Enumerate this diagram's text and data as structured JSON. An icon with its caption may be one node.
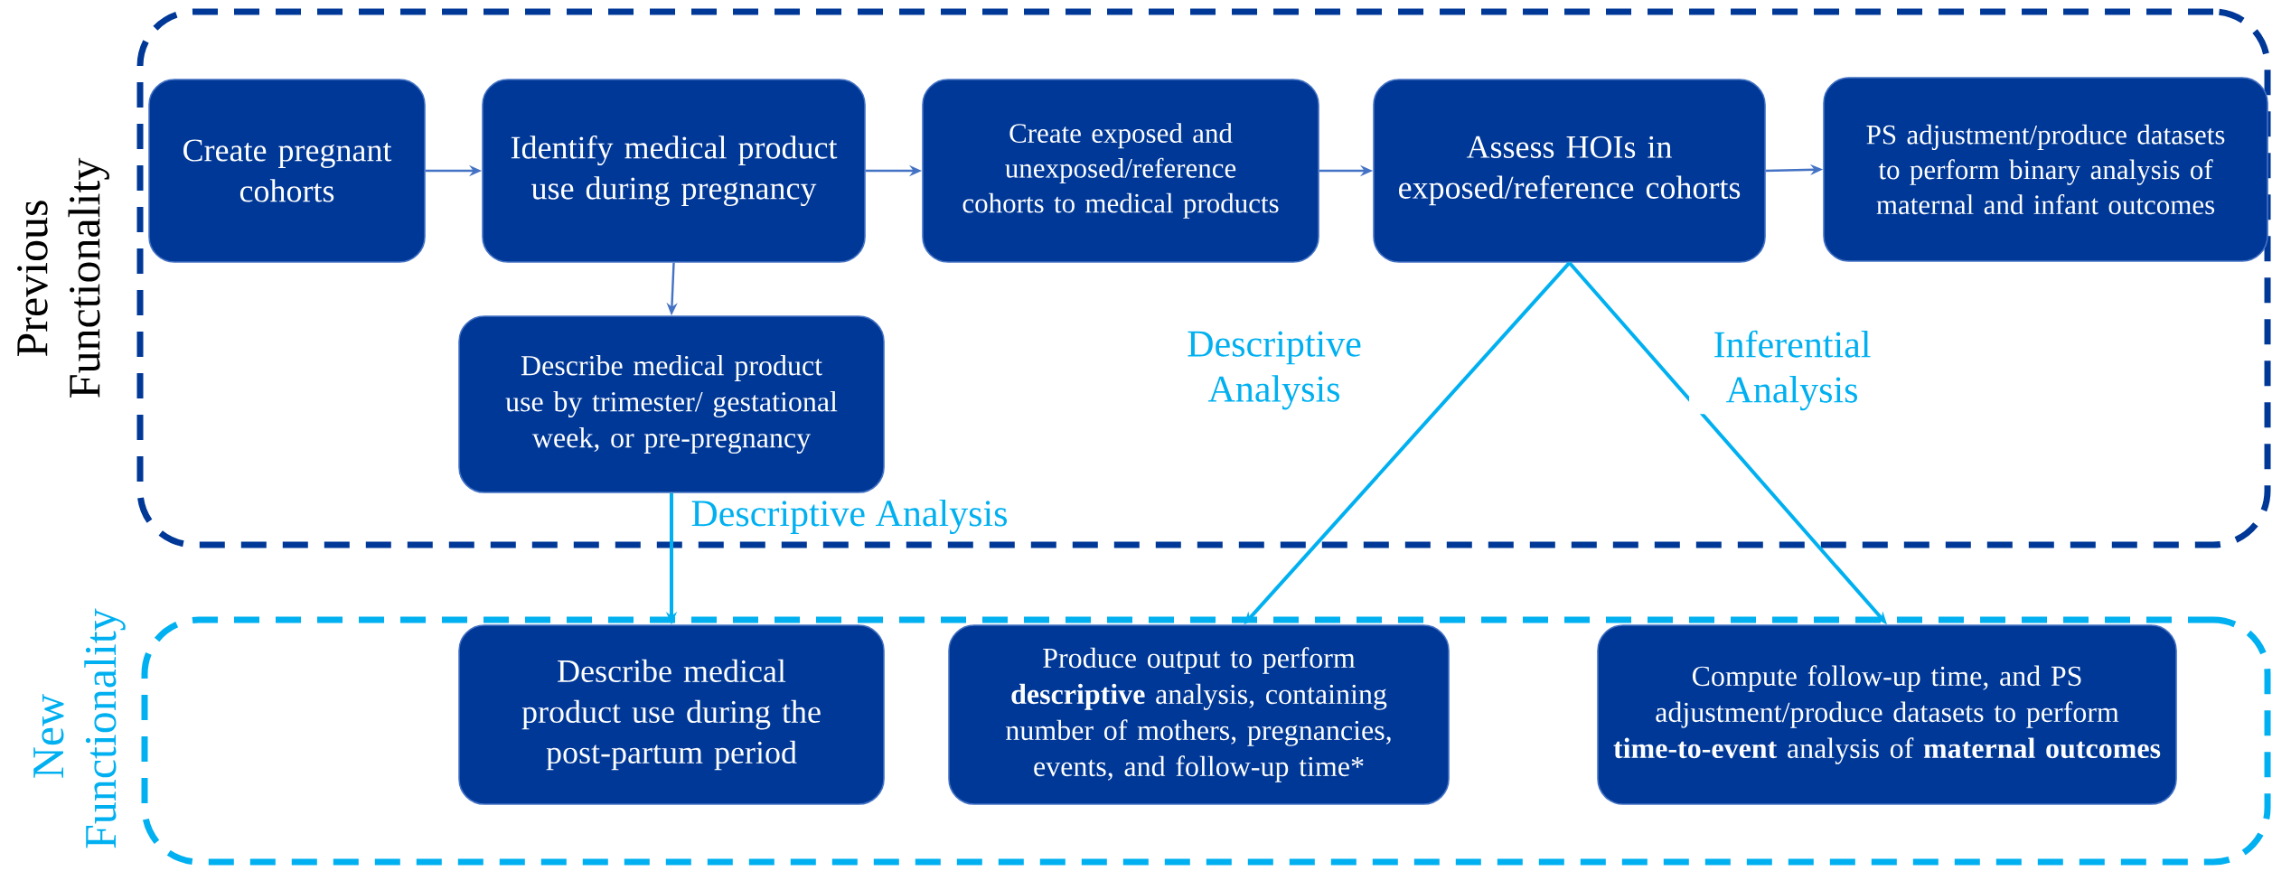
{
  "diagram": {
    "nodes": [
      {
        "text": [
          "Previous Functionality"
        ]
      },
      {
        "text": [
          "Create pregnant cohorts"
        ],
        "in": 0
      },
      {
        "text": [
          "Identify medical product use during pregnancy"
        ],
        "in": 0
      },
      {
        "text": [
          "Create exposed and unexposed/reference cohorts to medical products"
        ],
        "in": 0
      },
      {
        "text": [
          "Assess HOIs in exposed/reference cohorts"
        ],
        "in": 0
      },
      {
        "text": [
          "PS adjustment/produce datasets to perform binary analysis of maternal and infant outcomes"
        ],
        "in": 0
      },
      {
        "text": [
          "Describe medical product use by trimester/ gestational week, or pre-pregnancy"
        ],
        "in": 0
      },
      {
        "text": [
          "New Functionality"
        ]
      },
      {
        "text": [
          "Describe medical product use during the post-partum period"
        ],
        "in": 7
      },
      {
        "text": [
          "Produce output to perform **descriptive** analysis, containing number of mothers, pregnancies, events, and follow-up time*"
        ],
        "in": 7
      },
      {
        "text": [
          "Compute follow-up time, and PS adjustment/produce datasets to perform **time-to-event** analysis of **maternal outcomes**"
        ],
        "in": 7
      }
    ],
    "edges": [
      {
        "from": 1,
        "to": 2,
        "arrow": "to"
      },
      {
        "from": 2,
        "to": 3,
        "arrow": "to"
      },
      {
        "from": 3,
        "to": 4,
        "arrow": "to"
      },
      {
        "from": 4,
        "to": 5,
        "arrow": "to"
      },
      {
        "from": 2,
        "to": 6,
        "arrow": "to"
      },
      {
        "from": 6,
        "to": 8,
        "arrow": "to",
        "label": "Descriptive Analysis",
        "color": "#00b0f0"
      },
      {
        "from": 4,
        "to": 9,
        "arrow": "to",
        "label": "Descriptive Analysis",
        "color": "#00b0f0"
      },
      {
        "from": 4,
        "to": 10,
        "arrow": "to",
        "label": "Inferential Analysis",
        "color": "#00b0f0"
      }
    ]
  }
}
